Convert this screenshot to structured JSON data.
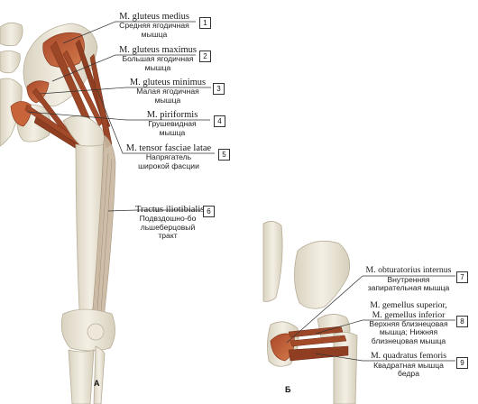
{
  "plates": {
    "a": "А",
    "b": "Б"
  },
  "labels": [
    {
      "num": "1",
      "latin": "M. gluteus medius",
      "russian": "Средняя ягодичная мышца"
    },
    {
      "num": "2",
      "latin": "M. gluteus maximus",
      "russian": "Большая ягодичная мышца"
    },
    {
      "num": "3",
      "latin": "M. gluteus minimus",
      "russian": "Малая ягодичная мышца"
    },
    {
      "num": "4",
      "latin": "M. piriformis",
      "russian": "Грушевидная мышца"
    },
    {
      "num": "5",
      "latin": "M. tensor fasciae latae",
      "russian": "Напрягатель широкой фасции"
    },
    {
      "num": "6",
      "latin": "Tractus iliotibialis",
      "russian": "Подвздошно-большеберцовый тракт"
    },
    {
      "num": "7",
      "latin": "M. obturatorius internus",
      "russian": "Внутренняя запирательная мышца"
    },
    {
      "num": "8",
      "latin": "M. gemellus superior, M. gemellus inferior",
      "russian": "Верхняя близнецовая мышца; Нижняя близнецовая мышца"
    },
    {
      "num": "9",
      "latin": "M. quadratus femoris",
      "russian": "Квадратная мышца бедра"
    }
  ],
  "colors": {
    "bone": "#ebe6d8",
    "bone_edge": "#b8ae98",
    "muscle": "#c8643a",
    "muscle_dark": "#8a3a1c",
    "band": "#c9b7a0",
    "line": "#333333"
  }
}
